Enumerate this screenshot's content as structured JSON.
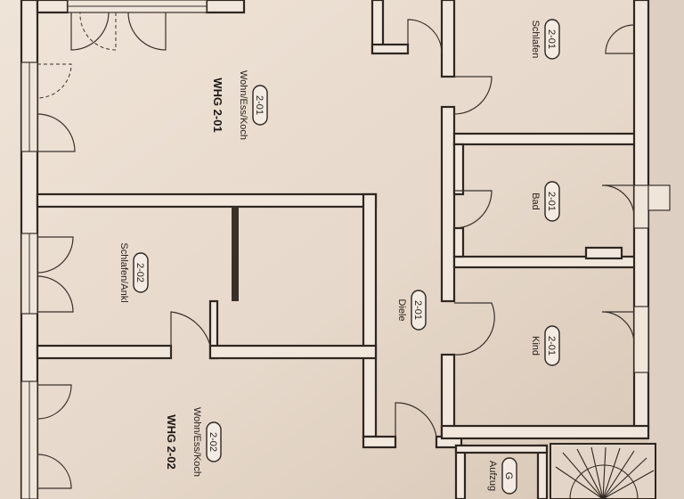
{
  "rooms": [
    {
      "id": "wohn1",
      "number": "2-01",
      "name": "Wohn/Ess/Koch",
      "unit": "WHG 2-01"
    },
    {
      "id": "schlafen1",
      "number": "2-01",
      "name": "Schlafen"
    },
    {
      "id": "bad1",
      "number": "2-01",
      "name": "Bad"
    },
    {
      "id": "diele1",
      "number": "2-01",
      "name": "Diele"
    },
    {
      "id": "kind1",
      "number": "2-01",
      "name": "Kind"
    },
    {
      "id": "schlafen2",
      "number": "2-02",
      "name": "Schlafen/Ankl"
    },
    {
      "id": "wohn2",
      "number": "2-02",
      "name": "Wohn/Ess/Koch",
      "unit": "WHG 2-02"
    },
    {
      "id": "aufzug",
      "number": "G",
      "name": "Aufzug"
    }
  ],
  "colors": {
    "background": "#c9b8a6",
    "floor": "#e9dccf",
    "wall": "#2e2620"
  }
}
